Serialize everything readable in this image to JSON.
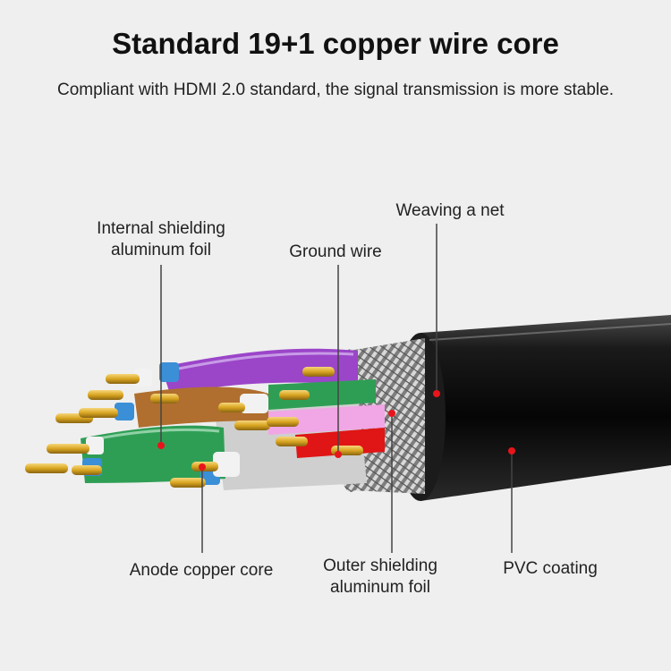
{
  "header": {
    "title": "Standard 19+1 copper wire core",
    "subtitle": "Compliant with HDMI 2.0 standard, the signal transmission is more stable."
  },
  "callouts": {
    "internal_shielding_line1": "Internal shielding",
    "internal_shielding_line2": "aluminum foil",
    "ground_wire": "Ground wire",
    "weaving_net": "Weaving a net",
    "anode_copper_core": "Anode copper core",
    "outer_shielding_line1": "Outer shielding",
    "outer_shielding_line2": "aluminum foil",
    "pvc_coating": "PVC coating"
  },
  "colors": {
    "background": "#efefef",
    "leader_line": "#444444",
    "marker_dot": "#e8141b",
    "jacket": "#111111",
    "copper_pin": "#d9a521",
    "purple_wire": "#9b45c9",
    "green_wire": "#2f9e55",
    "pink_wire": "#f1a6e6",
    "red_wire": "#e01515",
    "blue_wire": "#3b8fd6"
  }
}
